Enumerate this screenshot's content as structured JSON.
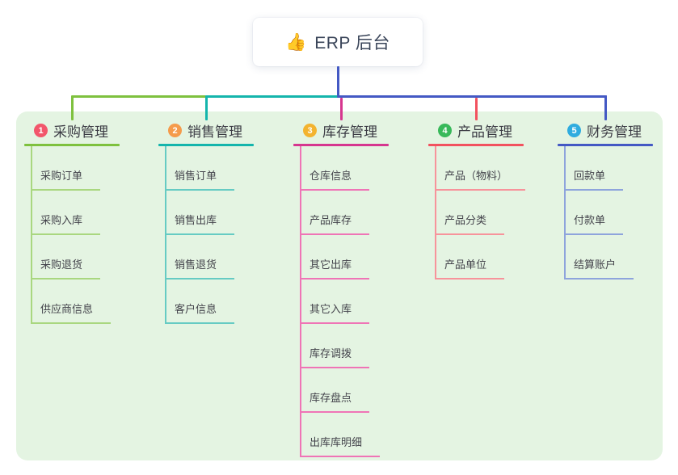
{
  "root": {
    "icon": "👍",
    "label": "ERP 后台"
  },
  "connectors": {
    "stem_color": "#4459c4",
    "segment_colors": [
      "#7ec13e",
      "#14b5ac",
      "#4459c4"
    ],
    "drop_colors": [
      "#7ec13e",
      "#14b5ac",
      "#d6368f",
      "#f2525f",
      "#4459c4"
    ]
  },
  "panel_color": "#e4f4e2",
  "branches": [
    {
      "badge": "1",
      "badge_color": "#f2566b",
      "label": "采购管理",
      "line_color": "#7ec13e",
      "child_line_color": "#a9d77f",
      "children": [
        "采购订单",
        "采购入库",
        "采购退货",
        "供应商信息"
      ]
    },
    {
      "badge": "2",
      "badge_color": "#f59b4b",
      "label": "销售管理",
      "line_color": "#14b5ac",
      "child_line_color": "#66cbc3",
      "children": [
        "销售订单",
        "销售出库",
        "销售退货",
        "客户信息"
      ]
    },
    {
      "badge": "3",
      "badge_color": "#f3b32f",
      "label": "库存管理",
      "line_color": "#d6368f",
      "child_line_color": "#ef74b6",
      "children": [
        "仓库信息",
        "产品库存",
        "其它出库",
        "其它入库",
        "库存调拨",
        "库存盘点",
        "出库库明细"
      ]
    },
    {
      "badge": "4",
      "badge_color": "#38b95a",
      "label": "产品管理",
      "line_color": "#f2525f",
      "child_line_color": "#f7939b",
      "children": [
        "产品（物料）",
        "产品分类",
        "产品单位"
      ]
    },
    {
      "badge": "5",
      "badge_color": "#2facdf",
      "label": "财务管理",
      "line_color": "#4459c4",
      "child_line_color": "#8ea4dc",
      "children": [
        "回款单",
        "付款单",
        "结算账户"
      ]
    }
  ]
}
